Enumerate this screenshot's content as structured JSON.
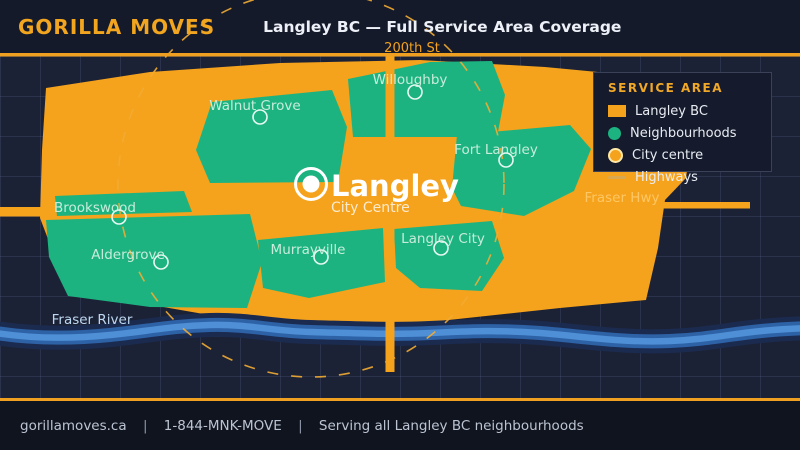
{
  "header": {
    "brand": "GORILLA MOVES",
    "title": "Langley BC — Full Service Area Coverage"
  },
  "legend": {
    "title": "SERVICE AREA",
    "items": [
      {
        "label": "Langley BC",
        "swatch": "orange-square",
        "color": "#F5A21C"
      },
      {
        "label": "Neighbourhoods",
        "swatch": "green-circle",
        "color": "#1CB380"
      },
      {
        "label": "City centre",
        "swatch": "orange-circle",
        "color": "#F5A21C"
      },
      {
        "label": "Highways",
        "swatch": "line",
        "color": "#D9A850"
      }
    ]
  },
  "map": {
    "center_marker": {
      "name": "Langley",
      "subtitle": "City Centre"
    },
    "neighbourhoods": [
      {
        "name": "Walnut Grove"
      },
      {
        "name": "Willoughby"
      },
      {
        "name": "Fort Langley"
      },
      {
        "name": "Brookswood"
      },
      {
        "name": "Aldergrove"
      },
      {
        "name": "Murrayville"
      },
      {
        "name": "Langley City"
      }
    ],
    "roads": {
      "vertical": "200th St",
      "horizontal": "Fraser Hwy"
    },
    "river": "Fraser River"
  },
  "footer": {
    "website": "gorillamoves.ca",
    "separator": "|",
    "phone": "1-844-MNK-MOVE",
    "tagline": "Serving all Langley BC neighbourhoods"
  },
  "colors": {
    "accent_orange": "#F5A21C",
    "neighbourhood_green": "#1CB380",
    "river_blue": "#4E8FD6",
    "background": "#1C2236"
  }
}
